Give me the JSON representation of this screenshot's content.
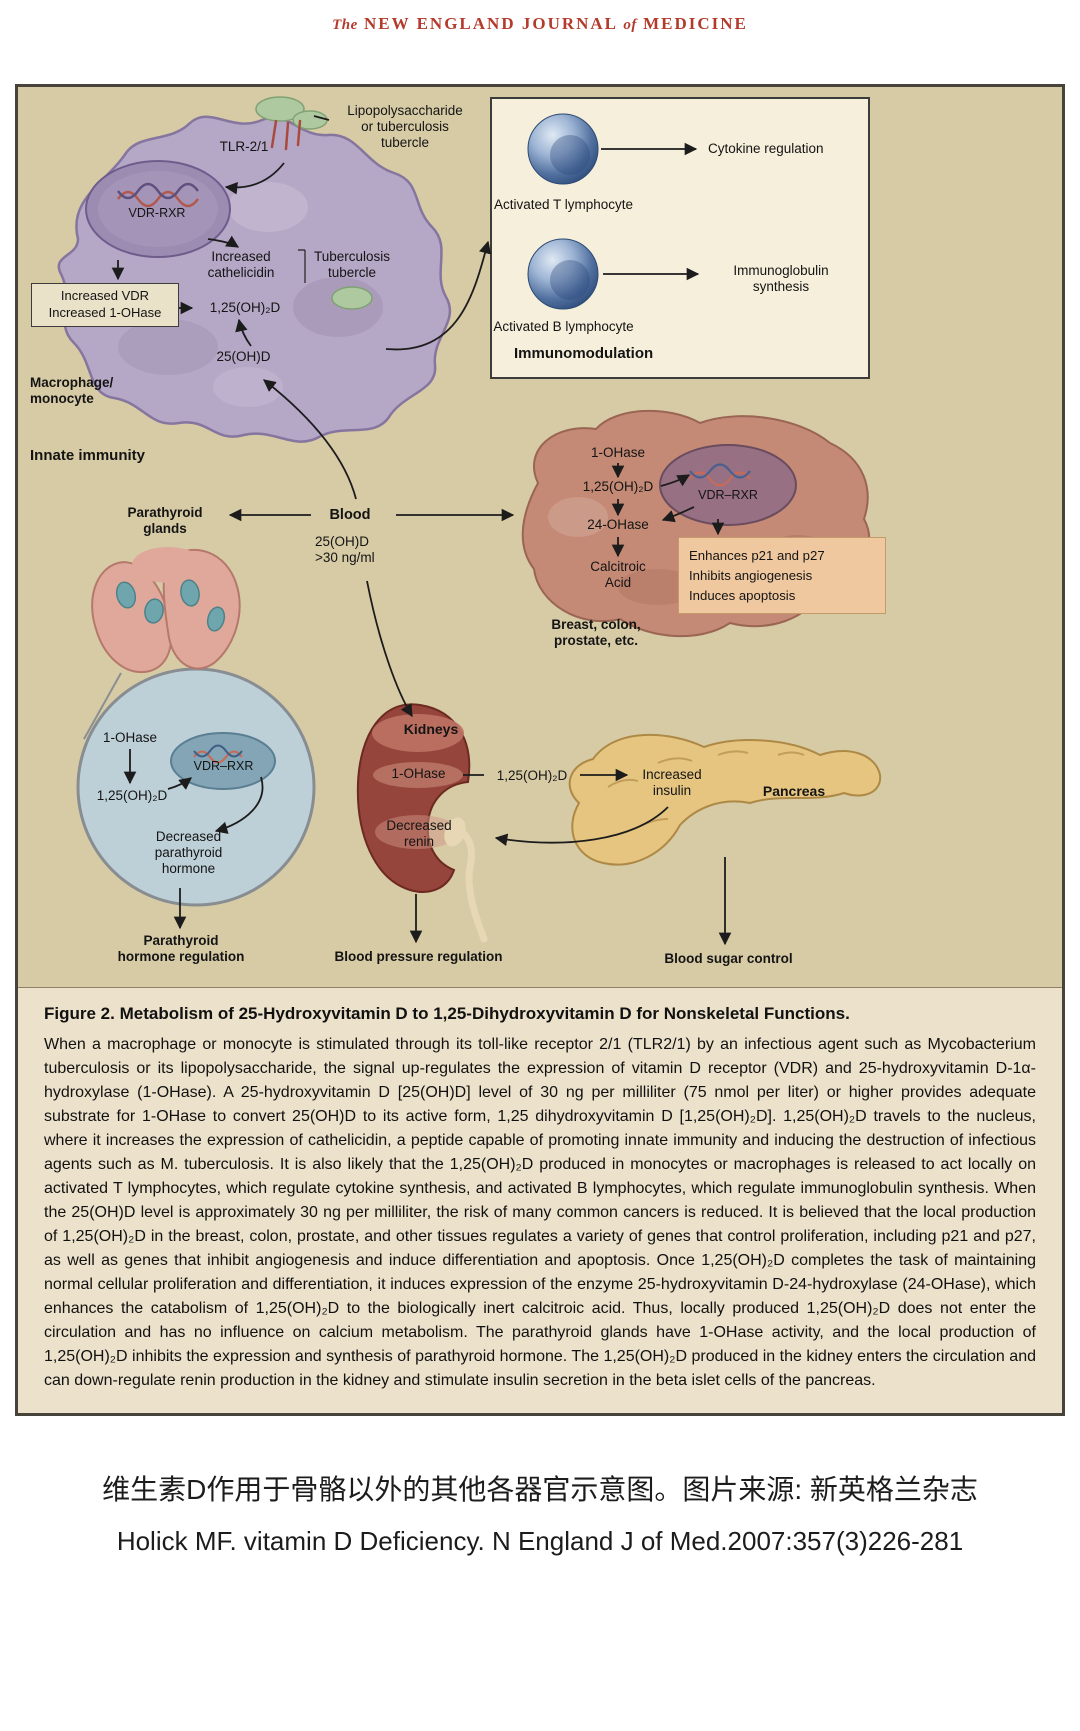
{
  "colors": {
    "journal_red": "#b43a2c",
    "diagram_bg": "#d7cba6",
    "caption_bg": "#ece2cb",
    "immuno_box_bg": "#f6efdb",
    "effects_box_bg": "#f0c8a0",
    "macrophage_purple": "#b5a7c6",
    "lymphocyte_blue": "#51709f",
    "tissue_brown": "#c48a76",
    "kidney_red": "#95453b",
    "pancreas_yellow": "#e6c580",
    "parathyroid_pink": "#dfa89a"
  },
  "header": {
    "word1": "The",
    "word2": "NEW ENGLAND JOURNAL",
    "word3": "of",
    "word4": "MEDICINE"
  },
  "diagram": {
    "macrophage": {
      "stimulus": "Lipopolysaccharide\nor tuberculosis\ntubercle",
      "receptor": "TLR-2/1",
      "nucleus": "VDR-RXR",
      "cathelicidin": "Increased\ncathelicidin",
      "tubercle": "Tuberculosis\ntubercle",
      "upregulation": "Increased VDR\nIncreased 1-OHase",
      "active_d": "1,25(OH)₂D",
      "substrate_d": "25(OH)D",
      "cell_label": "Macrophage/\nmonocyte",
      "section_label": "Innate immunity"
    },
    "immunomodulation": {
      "t_cell": "Activated T lymphocyte",
      "t_effect": "Cytokine regulation",
      "b_cell": "Activated B lymphocyte",
      "b_effect": "Immunoglobulin\nsynthesis",
      "title": "Immunomodulation"
    },
    "circulation": {
      "blood": "Blood",
      "level": "25(OH)D\n>30 ng/ml",
      "parathyroid": "Parathyroid\nglands"
    },
    "tissue": {
      "ohase1": "1-OHase",
      "active_d": "1,25(OH)₂D",
      "nucleus": "VDR–RXR",
      "ohase24": "24-OHase",
      "calcitroic": "Calcitroic\nAcid",
      "effects": "Enhances p21 and p27\nInhibits angiogenesis\nInduces apoptosis",
      "label": "Breast, colon,\nprostate, etc."
    },
    "parathyroid": {
      "ohase1": "1-OHase",
      "active_d": "1,25(OH)₂D",
      "nucleus": "VDR–RXR",
      "decreased_pth": "Decreased\nparathyroid\nhormone",
      "outcome": "Parathyroid\nhormone regulation"
    },
    "kidney": {
      "label": "Kidneys",
      "ohase1": "1-OHase",
      "active_d": "1,25(OH)₂D",
      "renin": "Decreased\nrenin",
      "outcome": "Blood pressure regulation"
    },
    "pancreas": {
      "label": "Pancreas",
      "insulin": "Increased\ninsulin",
      "outcome": "Blood sugar control"
    }
  },
  "caption": {
    "figure_label": "Figure 2.",
    "title": "Metabolism of 25-Hydroxyvitamin D to 1,25-Dihydroxyvitamin D for Nonskeletal Functions.",
    "body": "When a macrophage or monocyte is stimulated through its toll-like receptor 2/1 (TLR2/1) by an infectious agent such as Mycobacterium tuberculosis or its lipopolysaccharide, the signal up-regulates the expression of vitamin D receptor (VDR) and 25-hydroxyvitamin D-1α-hydroxylase (1-OHase). A 25-hydroxyvitamin D [25(OH)D] level of 30 ng per milliliter (75 nmol per liter) or higher provides adequate substrate for 1-OHase to convert 25(OH)D to its active form, 1,25 dihydroxyvitamin D [1,25(OH)₂D]. 1,25(OH)₂D travels to the nucleus, where it increases the expression of cathelicidin, a peptide capable of promoting innate immunity and inducing the destruction of infectious agents such as M. tuberculosis. It is also likely that the 1,25(OH)₂D produced in monocytes or macrophages is released to act locally on activated T lymphocytes, which regulate cytokine synthesis, and activated B lymphocytes, which regulate immunoglobulin synthesis. When the 25(OH)D level is approximately 30 ng per milliliter, the risk of many common cancers is reduced. It is believed that the local production of 1,25(OH)₂D in the breast, colon, prostate, and other tissues regulates a variety of genes that control proliferation, including p21 and p27, as well as genes that inhibit angiogenesis and induce differentiation and apoptosis. Once 1,25(OH)₂D completes the task of maintaining normal cellular proliferation and differentiation, it induces expression of the enzyme 25-hydroxyvitamin D-24-hydroxylase (24-OHase), which enhances the catabolism of 1,25(OH)₂D to the biologically inert calcitroic acid. Thus, locally produced 1,25(OH)₂D does not enter the circulation and has no influence on calcium metabolism. The parathyroid glands have 1-OHase activity, and the local production of 1,25(OH)₂D inhibits the expression and synthesis of parathyroid hormone. The 1,25(OH)₂D produced in the kidney enters the circulation and can down-regulate renin production in the kidney and stimulate insulin secretion in the beta islet cells of the pancreas."
  },
  "footer": {
    "caption_zh": "维生素D作用于骨骼以外的其他各器官示意图。图片来源: 新英格兰杂志",
    "citation": "Holick MF. vitamin D Deficiency. N England J of Med.2007:357(3)226-281"
  }
}
